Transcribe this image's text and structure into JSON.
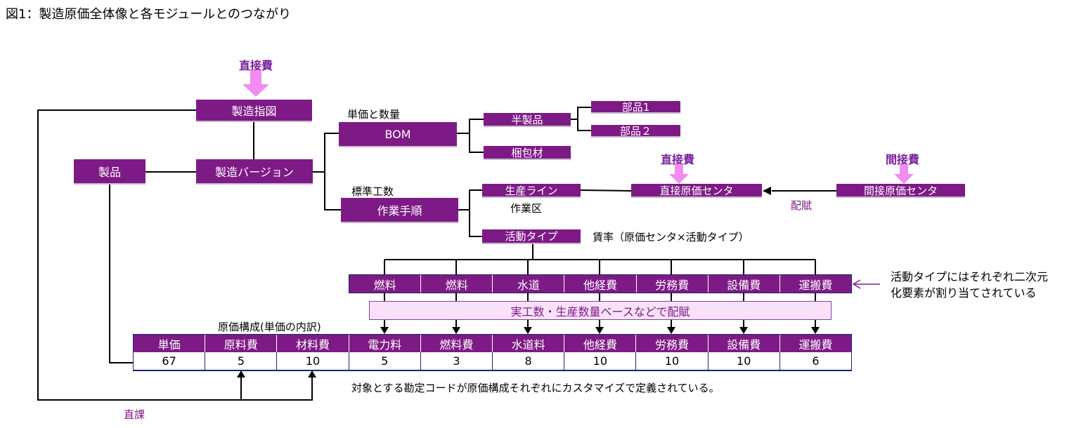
{
  "title": "図1：製造原価全体像と各モジュールとのつながり",
  "labels": {
    "direct_cost_top": "直接費",
    "direct_cost_center": "直接費",
    "indirect_cost": "間接費",
    "unit_price_qty": "単価と数量",
    "std_hours": "標準工数",
    "work_area": "作業区",
    "rate": "賃率（原価センタ×活動タイプ）",
    "allocation": "配賦",
    "activity_note_1": "活動タイプにはそれぞれ二次元",
    "activity_note_2": "化要素が割り当てされている",
    "cost_structure": "原価構成(単価の内訳)",
    "account_note": "対象とする勘定コードが原価構成それぞれにカスタマイズで定義されている。",
    "direct_labor": "直課"
  },
  "boxes": {
    "mfg_order": "製造指図",
    "product": "製品",
    "mfg_version": "製造バージョン",
    "bom": "BOM",
    "routing": "作業手順",
    "semi_finished": "半製品",
    "part1": "部品1",
    "part2": "部品２",
    "packaging": "梱包材",
    "production_line": "生産ライン",
    "activity_type": "活動タイプ",
    "direct_cost_center": "直接原価センタ",
    "indirect_cost_center": "間接原価センタ"
  },
  "activity_bar": [
    "燃料",
    "燃料",
    "水道",
    "他経費",
    "労務費",
    "設備費",
    "運搬費"
  ],
  "allocation_bar": "実工数・生産数量ベースなどで配賦",
  "cost_table": {
    "headers": [
      "単価",
      "原料費",
      "材料費",
      "電力料",
      "燃料費",
      "水道料",
      "他経費",
      "労務費",
      "設備費",
      "運搬費"
    ],
    "values": [
      "67",
      "5",
      "10",
      "5",
      "3",
      "8",
      "10",
      "10",
      "10",
      "6"
    ]
  },
  "colors": {
    "box": "#7e1a86",
    "pink_arrow": "#f28cf0",
    "label_purple": "#7a1f9c"
  }
}
